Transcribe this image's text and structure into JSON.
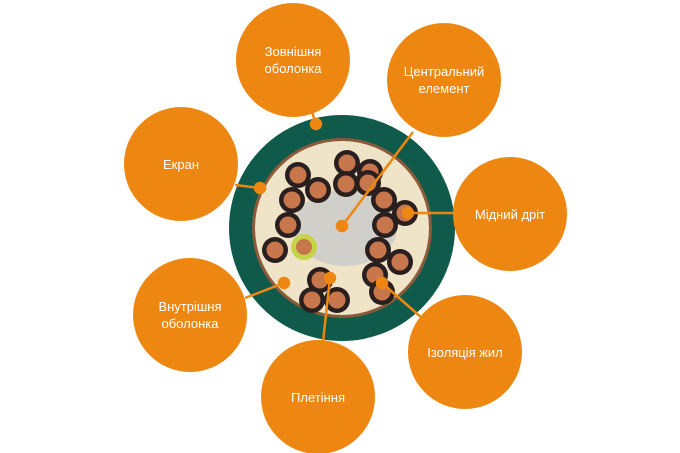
{
  "title": "Cable cross-section",
  "colors": {
    "accent": "#ee8711",
    "jacket": "#0f5a4a",
    "filler": "#efe3c8",
    "core": "#c8774d",
    "insulation": "#2a1f1f"
  },
  "labels": [
    {
      "id": "outer-sheath",
      "text": "Зовнішня\nоболонка"
    },
    {
      "id": "central-element",
      "text": "Центральний\nелемент"
    },
    {
      "id": "screen",
      "text": "Екран"
    },
    {
      "id": "copper-wire",
      "text": "Мідний дріт"
    },
    {
      "id": "inner-sheath",
      "text": "Внутрішня\nоболонка"
    },
    {
      "id": "core-insulation",
      "text": "Ізоляція жил"
    },
    {
      "id": "braid",
      "text": "Плетіння"
    }
  ]
}
